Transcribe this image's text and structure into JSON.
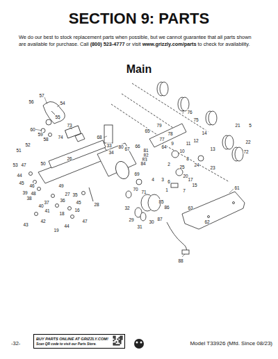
{
  "diagram": {
    "title": "SECTION 9: PARTS",
    "nodes": [
      {
        "text": [
          "BUY PARTS ONLINE AT GRIZZLY.COM!",
          "Scan QR code to visit our Parts Store."
        ]
      }
    ],
    "labels": [
      "We do our best to stock replacement parts when possible, but we cannot guarantee that all parts shown are available for purchase. Call",
      "(800) 523-4777",
      "or visit",
      "www.grizzly.com/parts",
      "to check for availability.",
      "Main",
      "57",
      "56",
      "54",
      "55",
      "60",
      "59",
      "58",
      "73",
      "74",
      "52",
      "51",
      "53",
      "47",
      "50",
      "26",
      "44",
      "45",
      "46",
      "39",
      "48",
      "38",
      "49",
      "37",
      "40",
      "36",
      "27",
      "35",
      "45",
      "41",
      "16",
      "28",
      "18",
      "47",
      "43",
      "42",
      "44",
      "19",
      "68",
      "33",
      "34",
      "80",
      "67",
      "66",
      "81",
      "82",
      "83",
      "84",
      "69",
      "76",
      "75",
      "65",
      "79",
      "78",
      "77",
      "64",
      "9",
      "10",
      "11",
      "12",
      "14",
      "21",
      "5",
      "22",
      "72",
      "13",
      "8",
      "25",
      "24",
      "23",
      "2",
      "3",
      "4",
      "20",
      "17",
      "1",
      "15",
      "7",
      "6",
      "70",
      "71",
      "32",
      "29",
      "85",
      "86",
      "87",
      "31",
      "30",
      "61",
      "63",
      "62",
      "88",
      "-32-",
      "Model T33926 (Mfd. Since 08/23)"
    ]
  }
}
